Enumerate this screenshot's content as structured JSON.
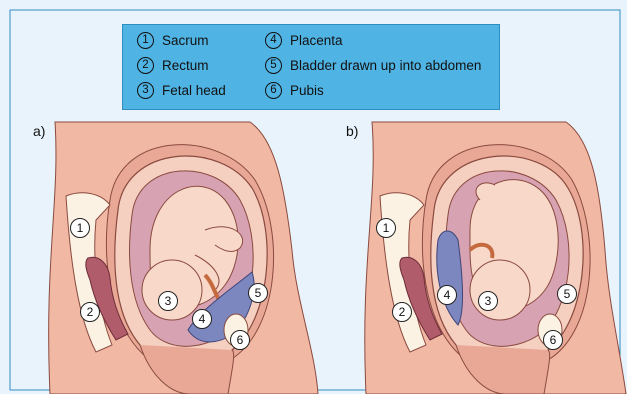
{
  "legend": {
    "items": [
      {
        "num": "1",
        "label": "Sacrum"
      },
      {
        "num": "2",
        "label": "Rectum"
      },
      {
        "num": "3",
        "label": "Fetal head"
      },
      {
        "num": "4",
        "label": "Placenta"
      },
      {
        "num": "5",
        "label": "Bladder drawn up into abdomen"
      },
      {
        "num": "6",
        "label": "Pubis"
      }
    ]
  },
  "panels": {
    "a": {
      "label": "a)",
      "markers": [
        "1",
        "2",
        "3",
        "4",
        "5",
        "6"
      ]
    },
    "b": {
      "label": "b)",
      "markers": [
        "1",
        "2",
        "4",
        "3",
        "5",
        "6"
      ]
    }
  },
  "colors": {
    "background": "#e9f3fb",
    "legend_bg": "#4fb3e4",
    "skin": "#f1b8a4",
    "skin_dark": "#e49c87",
    "fetus": "#f8d8c8",
    "uterus_wall": "#f5cfc0",
    "amniotic": "#d7a2b2",
    "bone": "#fbf2e3",
    "rectum": "#b05c6b",
    "placenta": "#7c86bf",
    "cord": "#c46a3e"
  }
}
